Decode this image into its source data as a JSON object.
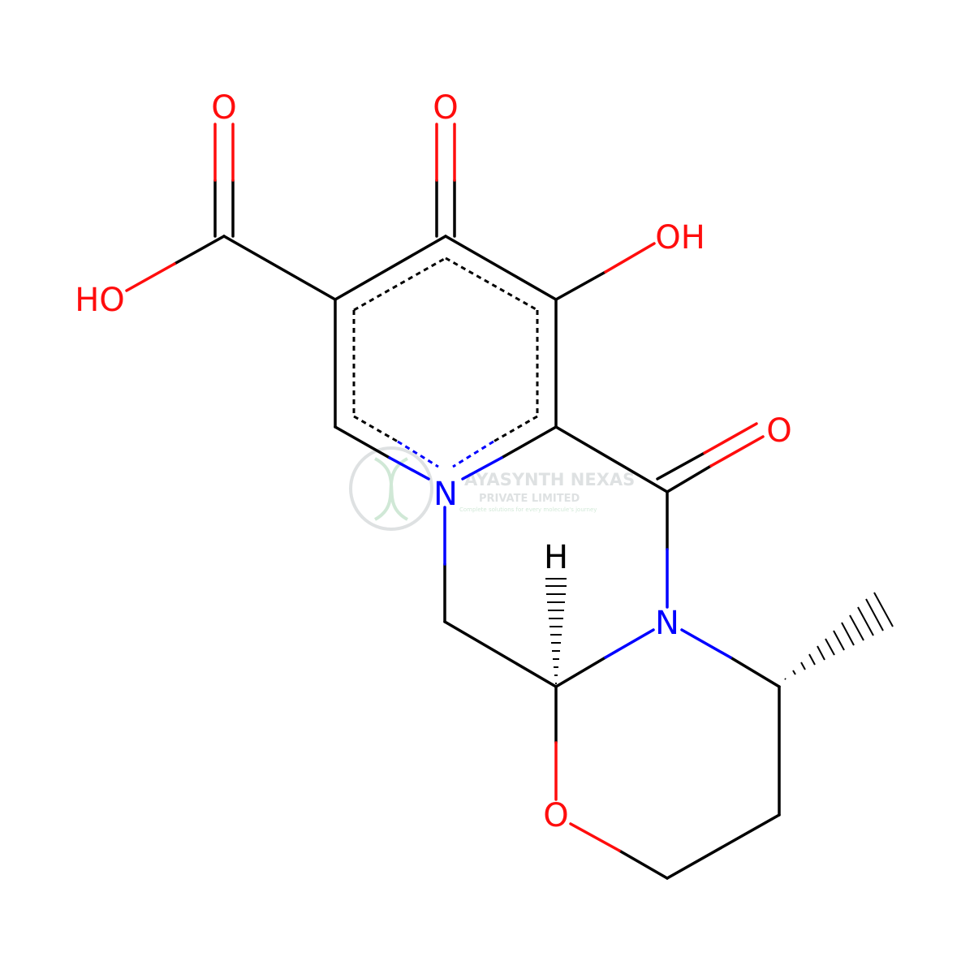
{
  "molecule": {
    "atoms": {
      "o_acid_carbonyl": "O",
      "o_ketone": "O",
      "oh_acid": "HO",
      "oh_ring": "OH",
      "o_amide": "O",
      "n_ring": "N",
      "h_stereo": "H",
      "n_amide": "N",
      "o_oxazinane": "O"
    },
    "colors": {
      "oxygen": "#ff0d0d",
      "nitrogen": "#0000ff",
      "carbon_bond": "#000000"
    }
  },
  "watermark": {
    "company": "AYASYNTH NEXAS",
    "subtitle": "PRIVATE LIMITED",
    "tagline": "Complete solutions for every molecule's journey"
  }
}
